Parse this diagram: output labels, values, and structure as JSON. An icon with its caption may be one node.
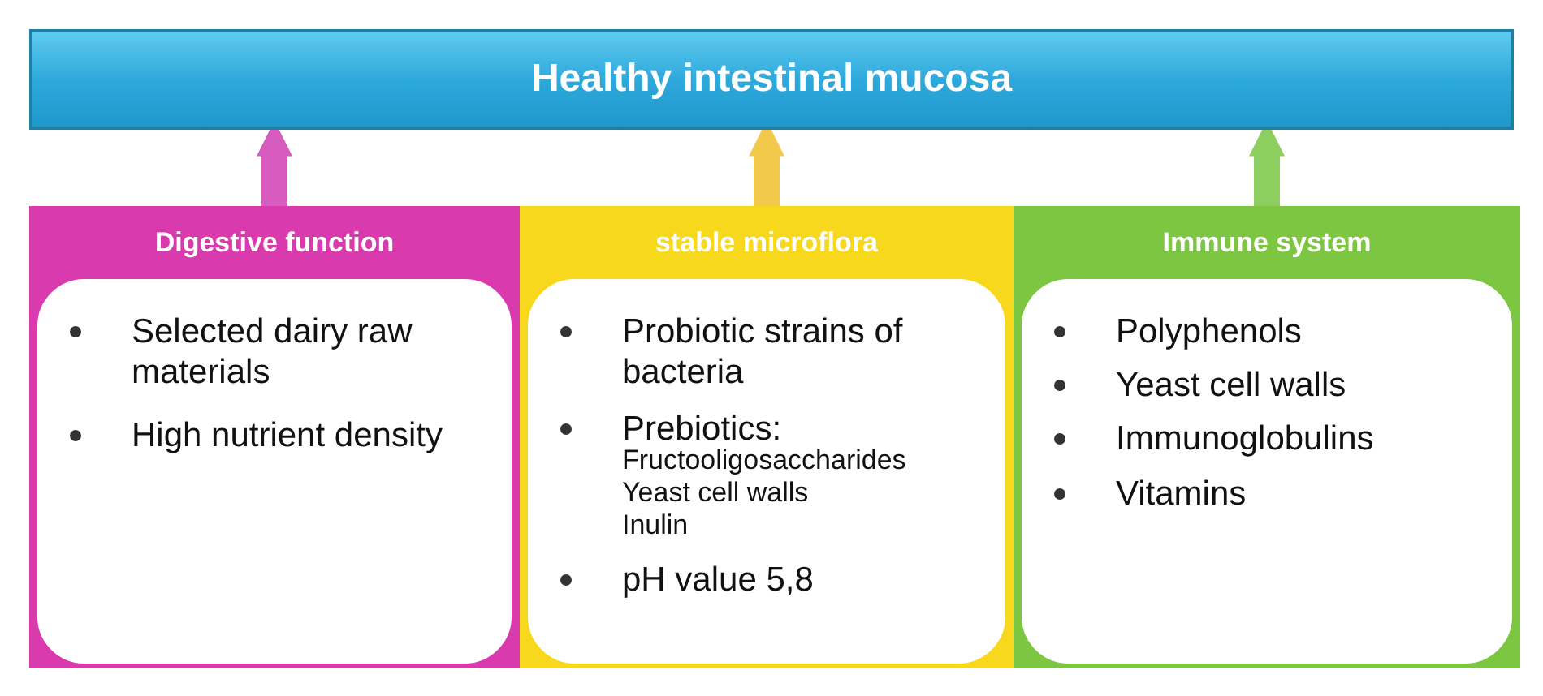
{
  "diagram": {
    "nodes": [
      {
        "text": [
          "Healthy intestinal mucosa"
        ]
      },
      {
        "text": [
          "Digestive function"
        ]
      },
      {
        "text": [
          "Selected dairy raw materials",
          "High nutrient density"
        ],
        "in": 1
      },
      {
        "text": [
          "stable microflora"
        ]
      },
      {
        "text": [
          "Probiotic strains of bacteria",
          "Prebiotics:",
          "Fructooligosaccharides",
          "Yeast cell walls",
          "Inulin",
          "pH value 5,8"
        ],
        "in": 3
      },
      {
        "text": [
          "Immune system"
        ]
      },
      {
        "text": [
          "Polyphenols",
          "Yeast cell walls",
          "Immunoglobulins",
          "Vitamins"
        ],
        "in": 5
      }
    ],
    "edges": [
      {
        "from": 1,
        "to": 0,
        "arrow": "to",
        "color": "#d65cc0"
      },
      {
        "from": 3,
        "to": 0,
        "arrow": "to",
        "color": "#f2c94a"
      },
      {
        "from": 5,
        "to": 0,
        "arrow": "to",
        "color": "#8ccf5e"
      }
    ]
  }
}
